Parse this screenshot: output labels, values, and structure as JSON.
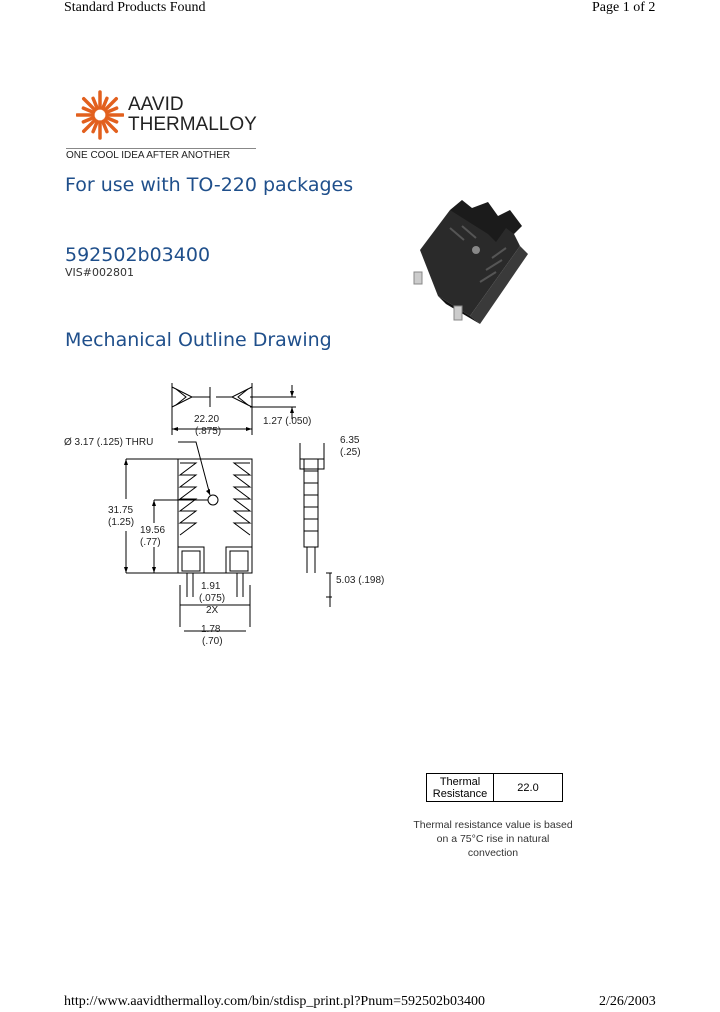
{
  "header": {
    "title": "Standard Products Found",
    "page": "Page 1 of 2"
  },
  "logo": {
    "line1": "AAVID",
    "line2": "THERMALLOY",
    "tagline": "ONE COOL IDEA AFTER ANOTHER",
    "color": "#e2601e"
  },
  "product": {
    "usage": "For use with TO-220 packages",
    "part_number": "592502b03400",
    "vis": "VIS#002801"
  },
  "section_title": "Mechanical Outline Drawing",
  "drawing": {
    "dim_width": "22.20",
    "dim_width_in": "(.875)",
    "dim_thick": "1.27 (.050)",
    "dim_hole": "Ø  3.17 (.125) THRU",
    "dim_depth": "6.35",
    "dim_depth_in": "(.25)",
    "dim_height": "31.75",
    "dim_height_in": "(1.25)",
    "dim_hole_h": "19.56",
    "dim_hole_h_in": "(.77)",
    "dim_pin_len": "5.03 (.198)",
    "dim_pin_w": "1.91",
    "dim_pin_w_in": "(.075)",
    "dim_pin_count": "2X",
    "dim_pin_sp": "1.78",
    "dim_pin_sp_in": "(.70)"
  },
  "thermal": {
    "label_line1": "Thermal",
    "label_line2": "Resistance",
    "value": "22.0",
    "note_line1": "Thermal resistance value is based",
    "note_line2": "on a 75°C rise in natural",
    "note_line3": "convection"
  },
  "footer": {
    "url": "http://www.aavidthermalloy.com/bin/stdisp_print.pl?Pnum=592502b03400",
    "date": "2/26/2003"
  }
}
